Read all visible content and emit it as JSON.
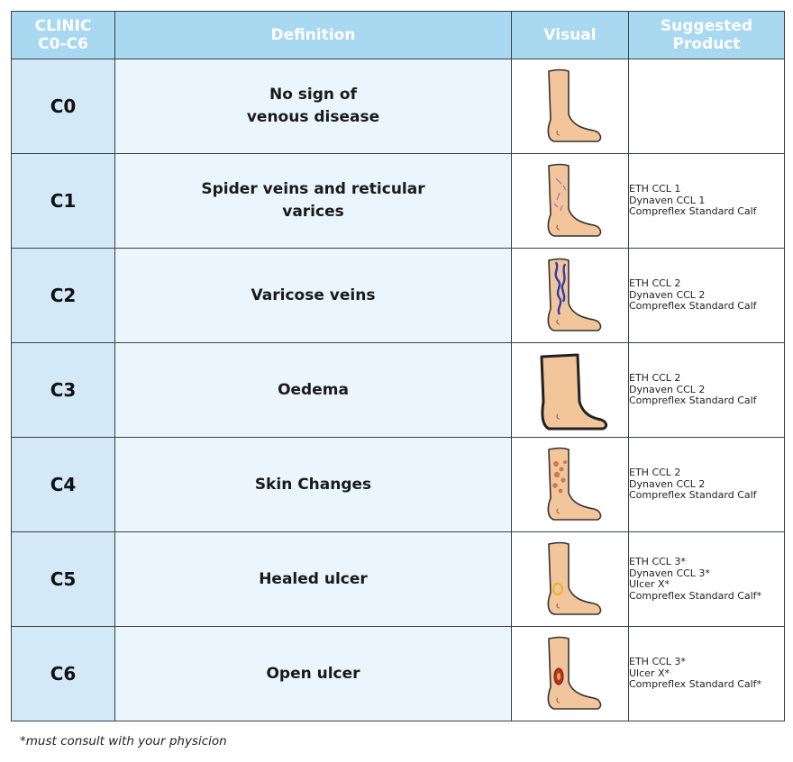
{
  "headers": {
    "clinic": "CLINIC\nC0-C6",
    "definition": "Definition",
    "visual": "Visual",
    "product": "Suggested\nProduct"
  },
  "rows": [
    {
      "code": "C0",
      "definition": "No sign of\nvenous disease",
      "visual": "plain-leg-icon",
      "products": []
    },
    {
      "code": "C1",
      "definition": "Spider veins and reticular\nvarices",
      "visual": "spider-veins-leg-icon",
      "products": [
        "ETH CCL 1",
        "Dynaven CCL 1",
        "Compreflex Standard Calf"
      ]
    },
    {
      "code": "C2",
      "definition": "Varicose veins",
      "visual": "varicose-veins-leg-icon",
      "products": [
        "ETH CCL 2",
        "Dynaven CCL 2",
        "Compreflex Standard Calf"
      ]
    },
    {
      "code": "C3",
      "definition": "Oedema",
      "visual": "oedema-leg-icon",
      "products": [
        "ETH CCL 2",
        "Dynaven CCL 2",
        "Compreflex Standard Calf"
      ]
    },
    {
      "code": "C4",
      "definition": "Skin Changes",
      "visual": "skin-changes-leg-icon",
      "products": [
        "ETH CCL 2",
        "Dynaven CCL 2",
        "Compreflex Standard Calf"
      ]
    },
    {
      "code": "C5",
      "definition": "Healed ulcer",
      "visual": "healed-ulcer-leg-icon",
      "products": [
        "ETH CCL 3*",
        "Dynaven CCL 3*",
        "Ulcer X*",
        "Compreflex Standard Calf*"
      ]
    },
    {
      "code": "C6",
      "definition": "Open ulcer",
      "visual": "open-ulcer-leg-icon",
      "products": [
        "ETH CCL 3*",
        "Ulcer X*",
        "Compreflex Standard Calf*"
      ]
    }
  ],
  "footnote": "*must consult with your physicion",
  "colors": {
    "header_bg": "#a9d8f1",
    "code_bg": "#d3e9f8",
    "definition_bg": "#eaf5fd",
    "skin": "#f3c59b",
    "vein_blue": "#2a3fb0",
    "spider_purple": "#a06ad0",
    "ulcer_red": "#b8332a",
    "healed_yellow": "#e6b52a"
  }
}
